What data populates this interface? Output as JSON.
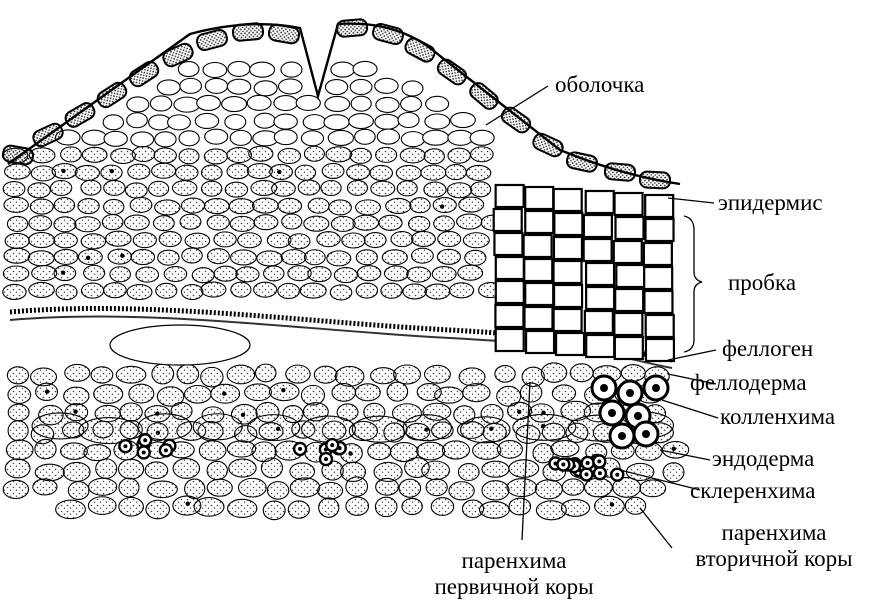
{
  "labels": {
    "obolochka": "оболочка",
    "epidermis": "эпидермис",
    "probka": "пробка",
    "fellogen": "феллоген",
    "felloderma": "феллодерма",
    "kollenkhima": "колленхима",
    "endoderma": "эндодерма",
    "sklerenkhima": "склеренхима",
    "parenkhima_secondary": [
      "паренхима",
      "вторичной коры"
    ],
    "parenkhima_primary": [
      "паренхима",
      "первичной коры"
    ]
  },
  "colors": {
    "ink": "#000000",
    "paper": "#ffffff",
    "cell_fill": "#ffffff",
    "stipple": "#444444"
  }
}
